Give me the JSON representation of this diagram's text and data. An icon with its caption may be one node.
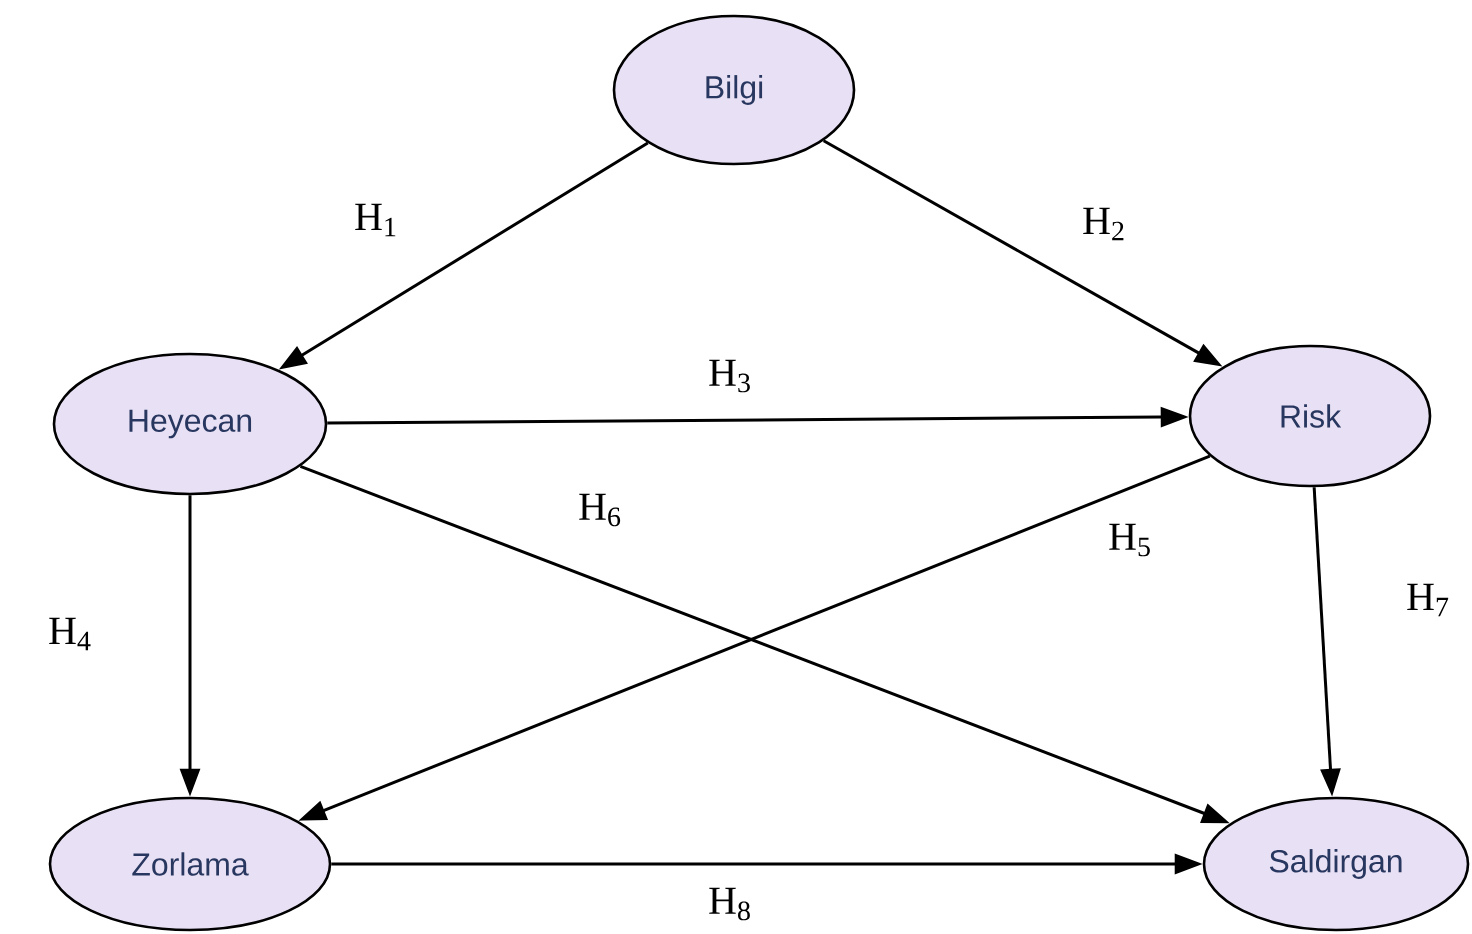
{
  "diagram": {
    "nodes": [
      {
        "text": [
          "Bilgi"
        ]
      },
      {
        "text": [
          "Heyecan"
        ]
      },
      {
        "text": [
          "Risk"
        ]
      },
      {
        "text": [
          "Zorlama"
        ]
      },
      {
        "text": [
          "Saldirgan"
        ]
      }
    ],
    "edges": [
      {
        "from": 0,
        "to": 1,
        "arrow": "to",
        "label": "H$_{1}$"
      },
      {
        "from": 0,
        "to": 2,
        "arrow": "to",
        "label": "H$_{2}$"
      },
      {
        "from": 1,
        "to": 2,
        "arrow": "to",
        "label": "H$_{3}$"
      },
      {
        "from": 1,
        "to": 3,
        "arrow": "to",
        "label": "H$_{4}$"
      },
      {
        "from": 2,
        "to": 3,
        "arrow": "to",
        "label": "H$_{5}$"
      },
      {
        "from": 1,
        "to": 4,
        "arrow": "to",
        "label": "H$_{6}$"
      },
      {
        "from": 2,
        "to": 4,
        "arrow": "to",
        "label": "H$_{7}$"
      },
      {
        "from": 3,
        "to": 4,
        "arrow": "to",
        "label": "H$_{8}$"
      }
    ]
  }
}
